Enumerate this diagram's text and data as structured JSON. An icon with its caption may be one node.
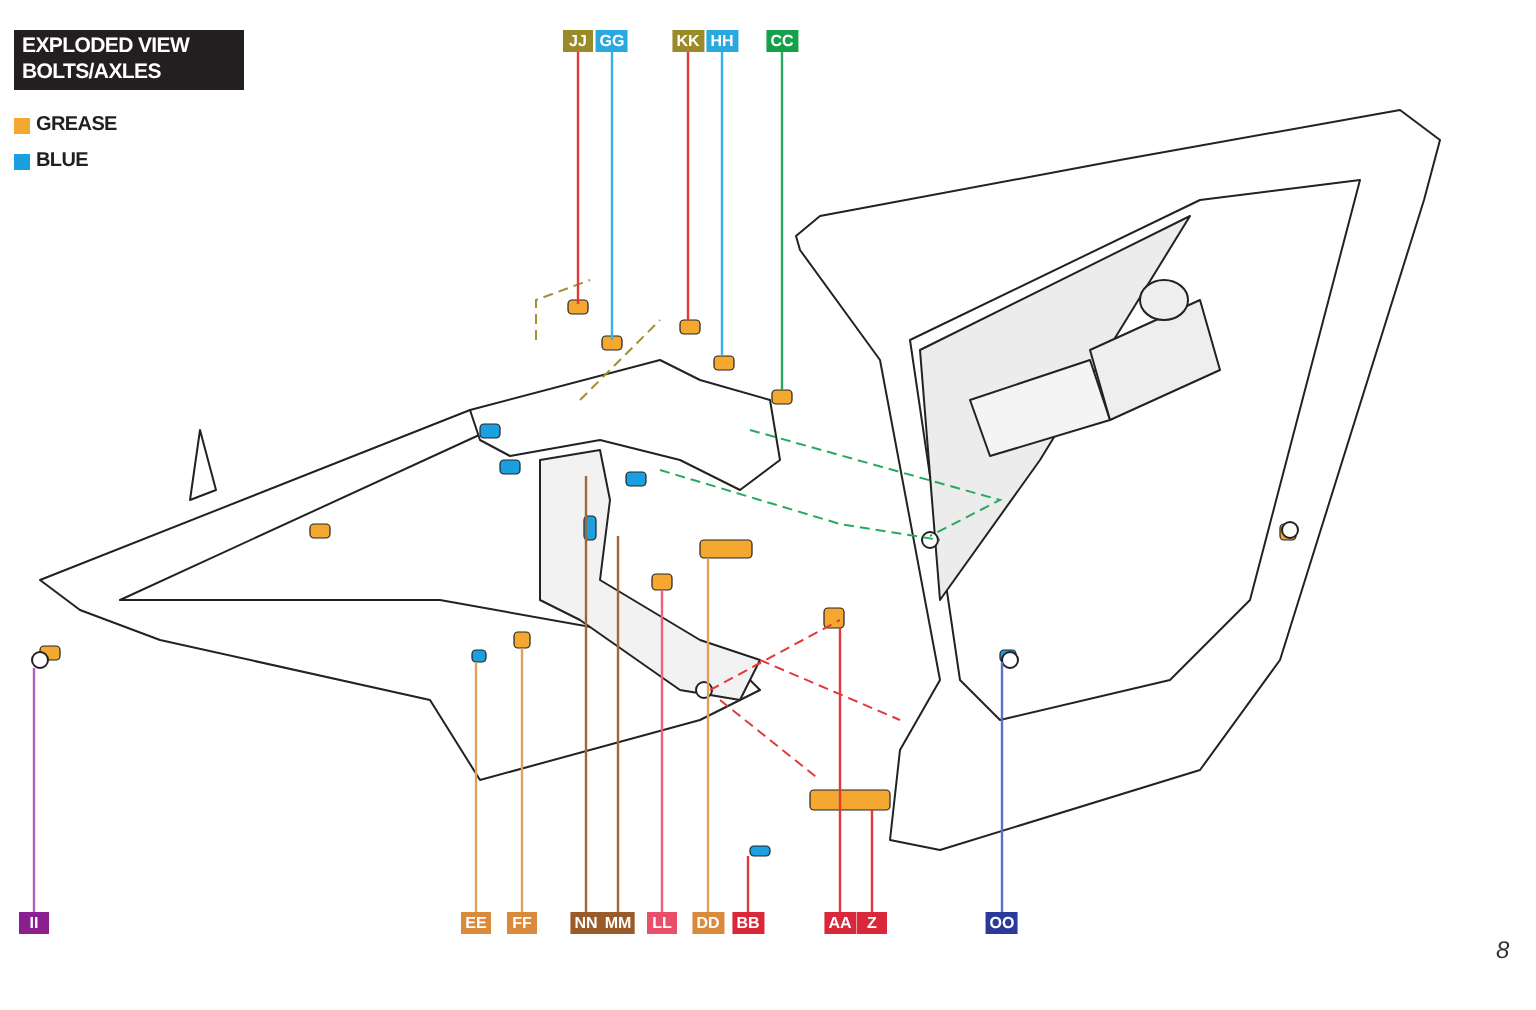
{
  "diagram": {
    "title": "EXPLODED VIEW BOLTS/AXLES",
    "nodes": [
      {
        "text": [
          "JJ"
        ]
      },
      {
        "text": [
          "GG"
        ]
      },
      {
        "text": [
          "KK"
        ]
      },
      {
        "text": [
          "HH"
        ]
      },
      {
        "text": [
          "CC"
        ]
      },
      {
        "text": [
          "II"
        ]
      },
      {
        "text": [
          "EE"
        ]
      },
      {
        "text": [
          "FF"
        ]
      },
      {
        "text": [
          "NN"
        ]
      },
      {
        "text": [
          "MM"
        ]
      },
      {
        "text": [
          "LL"
        ]
      },
      {
        "text": [
          "DD"
        ]
      },
      {
        "text": [
          "BB"
        ]
      },
      {
        "text": [
          "AA"
        ]
      },
      {
        "text": [
          "Z"
        ]
      },
      {
        "text": [
          "OO"
        ]
      }
    ],
    "edges": [
      {
        "from": 0,
        "to": null,
        "arrow": "none",
        "color": "#e03a3a"
      },
      {
        "from": 1,
        "to": null,
        "arrow": "none",
        "color": "#3ab0e8"
      },
      {
        "from": 2,
        "to": null,
        "arrow": "none",
        "color": "#e03a3a"
      },
      {
        "from": 3,
        "to": null,
        "arrow": "none",
        "color": "#3ab0e8"
      },
      {
        "from": 4,
        "to": null,
        "arrow": "none",
        "color": "#2aa860"
      },
      {
        "from": 5,
        "to": null,
        "arrow": "none",
        "color": "#b060c0"
      },
      {
        "from": 6,
        "to": null,
        "arrow": "none",
        "color": "#e0a060"
      },
      {
        "from": 7,
        "to": null,
        "arrow": "none",
        "color": "#e0a060"
      },
      {
        "from": 8,
        "to": null,
        "arrow": "none",
        "color": "#a0683a"
      },
      {
        "from": 9,
        "to": null,
        "arrow": "none",
        "color": "#a0683a"
      },
      {
        "from": 10,
        "to": null,
        "arrow": "none",
        "color": "#f06080"
      },
      {
        "from": 11,
        "to": null,
        "arrow": "none",
        "color": "#e0a060"
      },
      {
        "from": 12,
        "to": null,
        "arrow": "none",
        "color": "#e03a3a"
      },
      {
        "from": 13,
        "to": null,
        "arrow": "none",
        "color": "#e03a3a"
      },
      {
        "from": 14,
        "to": null,
        "arrow": "none",
        "color": "#e03a3a"
      },
      {
        "from": 15,
        "to": null,
        "arrow": "none",
        "color": "#6070c0"
      }
    ],
    "labels": [
      "8"
    ],
    "legend": [
      {
        "text": "GREASE",
        "color": "#f5a830"
      },
      {
        "text": "BLUE",
        "color": "#1aa0e0"
      }
    ]
  }
}
